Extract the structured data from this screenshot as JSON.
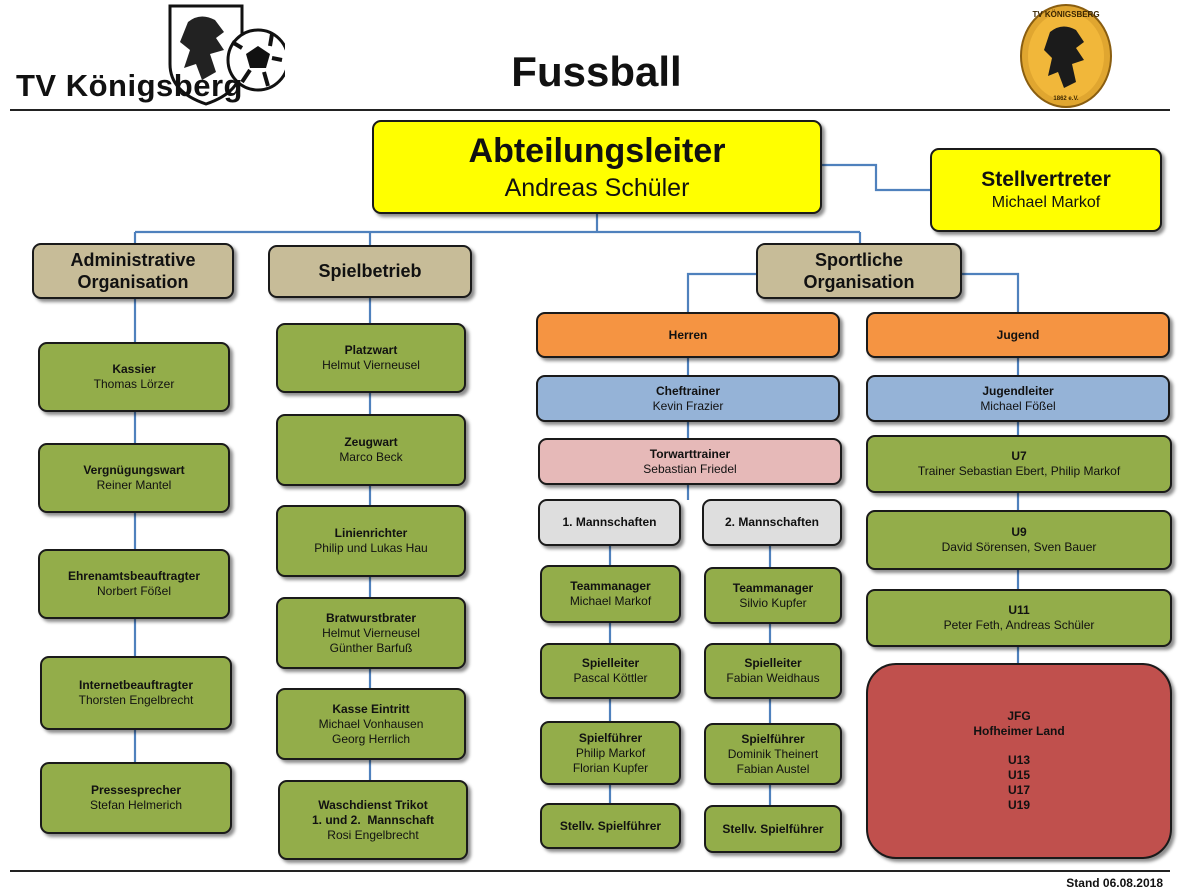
{
  "header": {
    "club_name": "TV Königsberg",
    "page_title": "Fussball",
    "crest_text_top": "TV KÖNIGSBERG",
    "crest_text_bottom": "1862 e.V.",
    "footer_date": "Stand 06.08.2018"
  },
  "colors": {
    "yellow": "#ffff00",
    "tan": "#c7bc98",
    "green": "#93ad4a",
    "orange": "#f59442",
    "blue": "#95b3d7",
    "pink": "#e6b9b8",
    "grey": "#dedede",
    "red": "#c0504d",
    "connector": "#4f81bd"
  },
  "head": {
    "title": "Abteilungsleiter",
    "name": "Andreas Schüler"
  },
  "deputy": {
    "title": "Stellvertreter",
    "name": "Michael Markof"
  },
  "admin": {
    "title": "Administrative Organisation",
    "items": [
      {
        "title": "Kassier",
        "names": [
          "Thomas Lörzer"
        ]
      },
      {
        "title": "Vergnügungswart",
        "names": [
          "Reiner Mantel"
        ]
      },
      {
        "title": "Ehrenamtsbeauftragter",
        "names": [
          "Norbert Fößel"
        ]
      },
      {
        "title": "Internetbeauftragter",
        "names": [
          "Thorsten Engelbrecht"
        ]
      },
      {
        "title": "Pressesprecher",
        "names": [
          "Stefan Helmerich"
        ]
      }
    ]
  },
  "spiel": {
    "title": "Spielbetrieb",
    "items": [
      {
        "title": "Platzwart",
        "names": [
          "Helmut Vierneusel"
        ]
      },
      {
        "title": "Zeugwart",
        "names": [
          "Marco Beck"
        ]
      },
      {
        "title": "Linienrichter",
        "names": [
          "Philip und Lukas Hau"
        ]
      },
      {
        "title": "Bratwurstbrater",
        "names": [
          "Helmut Vierneusel",
          "Günther Barfuß"
        ]
      },
      {
        "title": "Kasse Eintritt",
        "names": [
          "Michael Vonhausen",
          "Georg Herrlich"
        ]
      },
      {
        "title": "Waschdienst Trikot",
        "title2": "1. und 2.  Mannschaft",
        "names": [
          "Rosi Engelbrecht"
        ]
      }
    ]
  },
  "sport": {
    "title": "Sportliche Organisation"
  },
  "herren": {
    "title": "Herren",
    "cheftrainer": {
      "title": "Cheftrainer",
      "name": "Kevin Frazier"
    },
    "torwart": {
      "title": "Torwarttrainer",
      "name": "Sebastian Friedel"
    },
    "team1": {
      "title": "1. Mannschaften",
      "items": [
        {
          "title": "Teammanager",
          "names": [
            "Michael Markof"
          ]
        },
        {
          "title": "Spielleiter",
          "names": [
            "Pascal Köttler"
          ]
        },
        {
          "title": "Spielführer",
          "names": [
            "Philip Markof",
            "Florian Kupfer"
          ]
        },
        {
          "title": "Stellv. Spielführer",
          "names": []
        }
      ]
    },
    "team2": {
      "title": "2. Mannschaften",
      "items": [
        {
          "title": "Teammanager",
          "names": [
            "Silvio Kupfer"
          ]
        },
        {
          "title": "Spielleiter",
          "names": [
            "Fabian Weidhaus"
          ]
        },
        {
          "title": "Spielführer",
          "names": [
            "Dominik Theinert",
            "Fabian Austel"
          ]
        },
        {
          "title": "Stellv. Spielführer",
          "names": []
        }
      ]
    }
  },
  "jugend": {
    "title": "Jugend",
    "leiter": {
      "title": "Jugendleiter",
      "name": "Michael Fößel"
    },
    "items": [
      {
        "title": "U7",
        "names": [
          "Trainer Sebastian Ebert, Philip Markof"
        ]
      },
      {
        "title": "U9",
        "names": [
          "David Sörensen, Sven Bauer"
        ]
      },
      {
        "title": "U11",
        "names": [
          "Peter Feth, Andreas Schüler"
        ]
      }
    ],
    "jfg": {
      "title": "JFG",
      "subtitle": "Hofheimer Land",
      "teams": [
        "U13",
        "U15",
        "U17",
        "U19"
      ]
    }
  }
}
